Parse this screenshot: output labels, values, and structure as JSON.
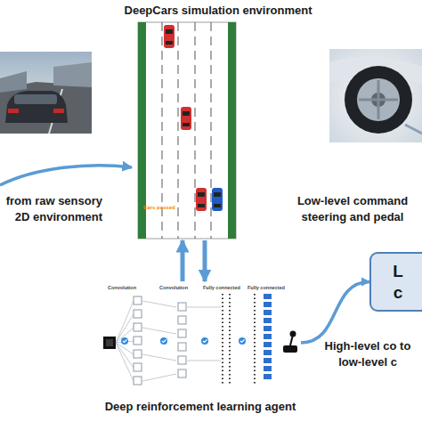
{
  "diagram": {
    "nodes": [
      {
        "text": [
          "DeepCars simulation environment"
        ]
      },
      {
        "text": [
          "Deep reinforcement learning agent"
        ]
      },
      {
        "text": [
          "L c"
        ]
      }
    ],
    "edges": [
      {
        "from": 1,
        "to": 0,
        "arrow": "to"
      },
      {
        "from": 0,
        "to": 1,
        "arrow": "to"
      },
      {
        "from": 1,
        "to": 2,
        "arrow": "to"
      }
    ],
    "labels": [
      "Cars passed",
      "Convolution",
      "Convolution",
      "Fully connected",
      "Fully connected",
      "from raw sensory 2D environment",
      "Low-level command steering and pedal",
      "High-level co to low-level c"
    ]
  }
}
